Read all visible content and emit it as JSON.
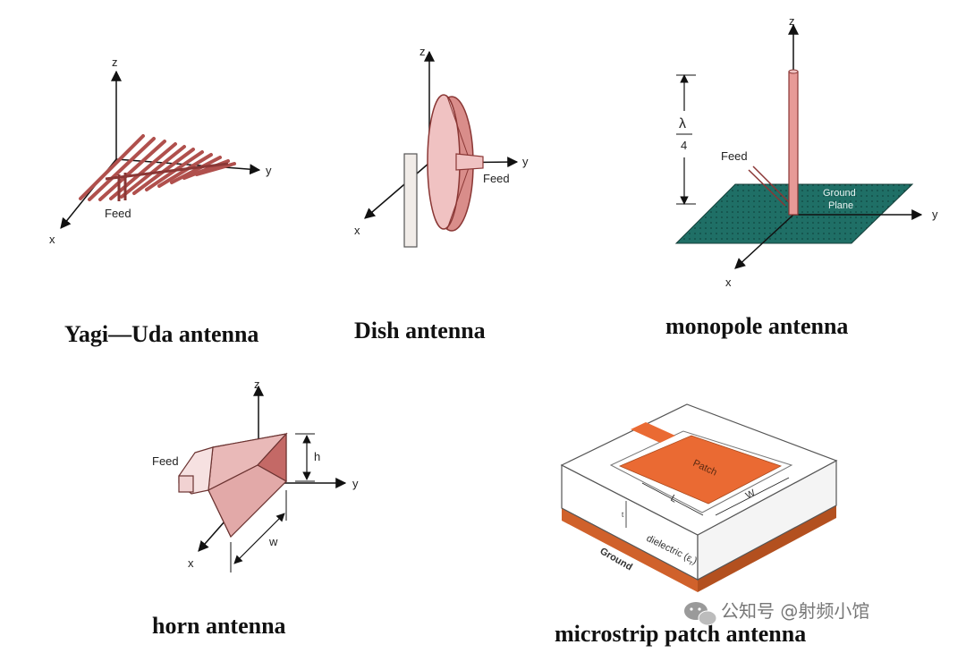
{
  "axes": {
    "x": "x",
    "y": "y",
    "z": "z"
  },
  "yagi": {
    "caption": "Yagi—Uda antenna",
    "feed": "Feed"
  },
  "dish": {
    "caption": "Dish antenna",
    "feed": "Feed"
  },
  "monopole": {
    "caption": "monopole antenna",
    "feed": "Feed",
    "ground_line1": "Ground",
    "ground_line2": "Plane",
    "lambda": "λ",
    "quarter": "4"
  },
  "horn": {
    "caption": "horn antenna",
    "feed": "Feed",
    "h": "h",
    "w": "w"
  },
  "microstrip": {
    "caption": "microstrip patch antenna",
    "patch": "Patch",
    "l": "L",
    "w": "W",
    "t": "t",
    "dielectric": "dielectric (ε",
    "dielectric_sub": "r",
    "dielectric_close": ")",
    "ground": "Ground"
  },
  "watermark": "公知号 @射频小馆",
  "colors": {
    "element": "#c2625f",
    "element_light": "#f0c2c2",
    "ground_plane": "#1f6f66",
    "patch": "#ea6a33",
    "ground_layer": "#d0612b"
  }
}
